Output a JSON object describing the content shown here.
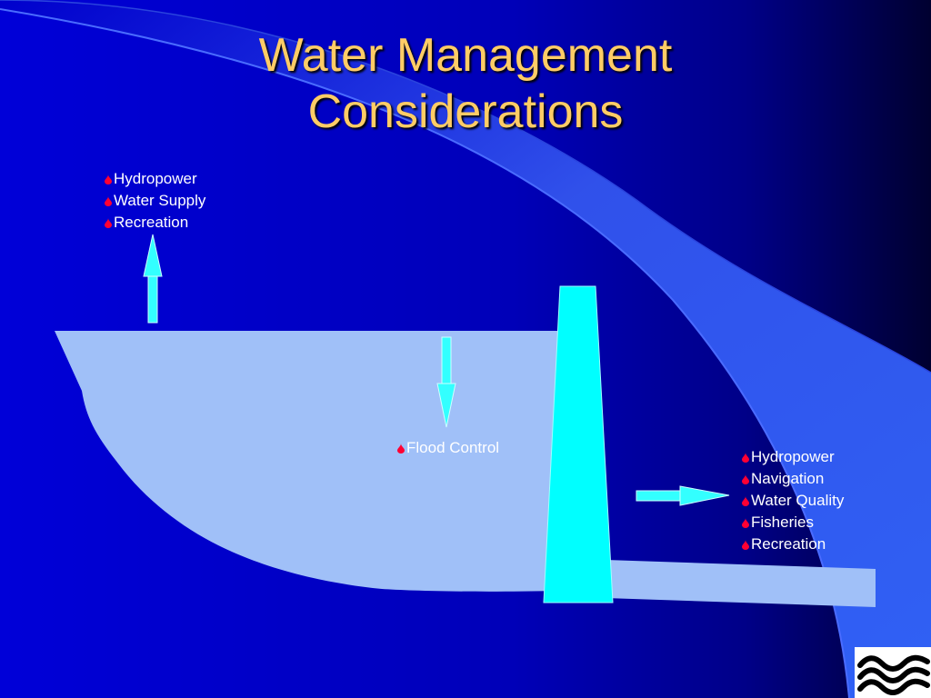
{
  "title": {
    "line1": "Water Management",
    "line2": "Considerations"
  },
  "colors": {
    "background_dark": "#000033",
    "background_blue": "#0000cc",
    "swoosh_blue": "#3366ff",
    "water": "#a0c0f8",
    "dam": "#00ffff",
    "arrow": "#33ffff",
    "title_text": "#ffcc66",
    "bullet": "#ff0033",
    "label_text": "#ffffff"
  },
  "diagram": {
    "upstream_uses": [
      "Hydropower",
      "Water Supply",
      "Recreation"
    ],
    "reservoir_use": [
      "Flood Control"
    ],
    "downstream_uses": [
      "Hydropower",
      "Navigation",
      "Water Quality",
      "Fisheries",
      "Recreation"
    ]
  },
  "icons": {
    "bullet": "water-drop-icon",
    "logo": "waves-logo-icon"
  }
}
